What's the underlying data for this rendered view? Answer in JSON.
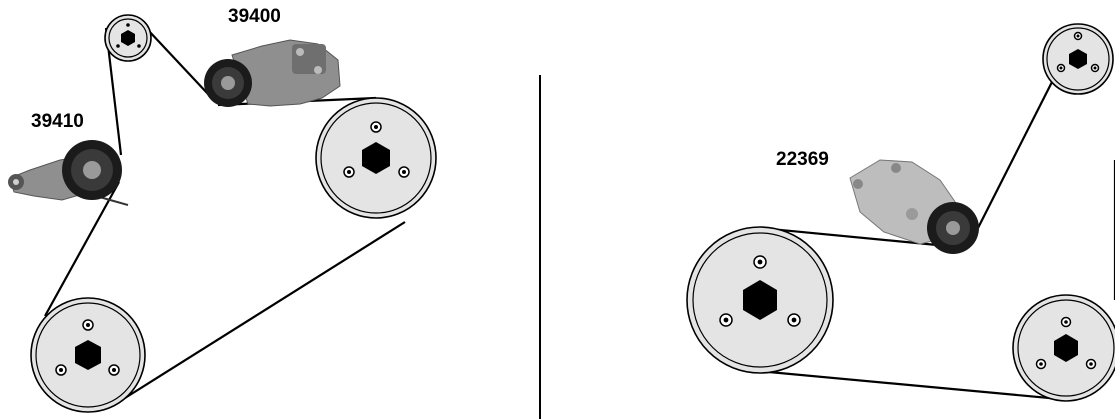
{
  "labels": {
    "tensioner_left_top": "39400",
    "tensioner_left_mid": "39410",
    "tensioner_right": "22369"
  },
  "colors": {
    "belt": "#000000",
    "pulley_fill": "#e4e4e4",
    "hub": "#000000",
    "tensioner_body": "#8f8f8f",
    "tensioner_pulley": "#1b1b1b"
  },
  "icons": {
    "pulley": "pulley-icon",
    "tensioner": "belt-tensioner-icon",
    "hex_hub": "hexagon-hub-icon"
  }
}
